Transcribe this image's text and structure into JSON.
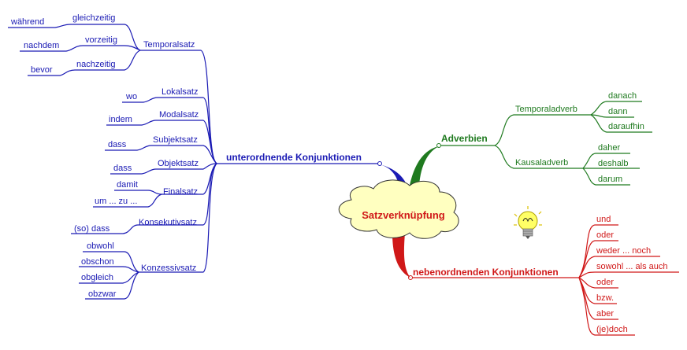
{
  "center": {
    "label": "Satzverknüpfung"
  },
  "branches": {
    "unterordnende": {
      "label": "unterordnende Konjunktionen",
      "color": "#1a1ab4",
      "groups": {
        "temporalsatz": {
          "label": "Temporalsatz",
          "items": [
            {
              "relation": "gleichzeitig",
              "word": "während"
            },
            {
              "relation": "vorzeitig",
              "word": "nachdem"
            },
            {
              "relation": "nachzeitig",
              "word": "bevor"
            }
          ]
        },
        "lokalsatz": {
          "label": "Lokalsatz",
          "items": [
            "wo"
          ]
        },
        "modalsatz": {
          "label": "Modalsatz",
          "items": [
            "indem"
          ]
        },
        "subjektsatz": {
          "label": "Subjektsatz",
          "items": [
            "dass"
          ]
        },
        "objektsatz": {
          "label": "Objektsatz",
          "items": [
            "dass"
          ]
        },
        "finalsatz": {
          "label": "Finalsatz",
          "items": [
            "damit",
            "um ... zu ..."
          ]
        },
        "konsekutivsatz": {
          "label": "Konsekutivsatz",
          "items": [
            "(so) dass"
          ]
        },
        "konzessivsatz": {
          "label": "Konzessivsatz",
          "items": [
            "obwohl",
            "obschon",
            "obgleich",
            "obzwar"
          ]
        }
      }
    },
    "adverbien": {
      "label": "Adverbien",
      "color": "#1f7a1f",
      "groups": {
        "temporaladverb": {
          "label": "Temporaladverb",
          "items": [
            "danach",
            "dann",
            "daraufhin"
          ]
        },
        "kausaladverb": {
          "label": "Kausaladverb",
          "items": [
            "daher",
            "deshalb",
            "darum"
          ]
        }
      }
    },
    "nebenordnende": {
      "label": "nebenordnenden Konjunktionen",
      "color": "#d01818",
      "items": [
        "und",
        "oder",
        "weder ... noch",
        "sowohl ... als auch",
        "oder",
        "bzw.",
        "aber",
        "(je)doch"
      ]
    }
  },
  "icon": {
    "name": "lightbulb-icon"
  }
}
